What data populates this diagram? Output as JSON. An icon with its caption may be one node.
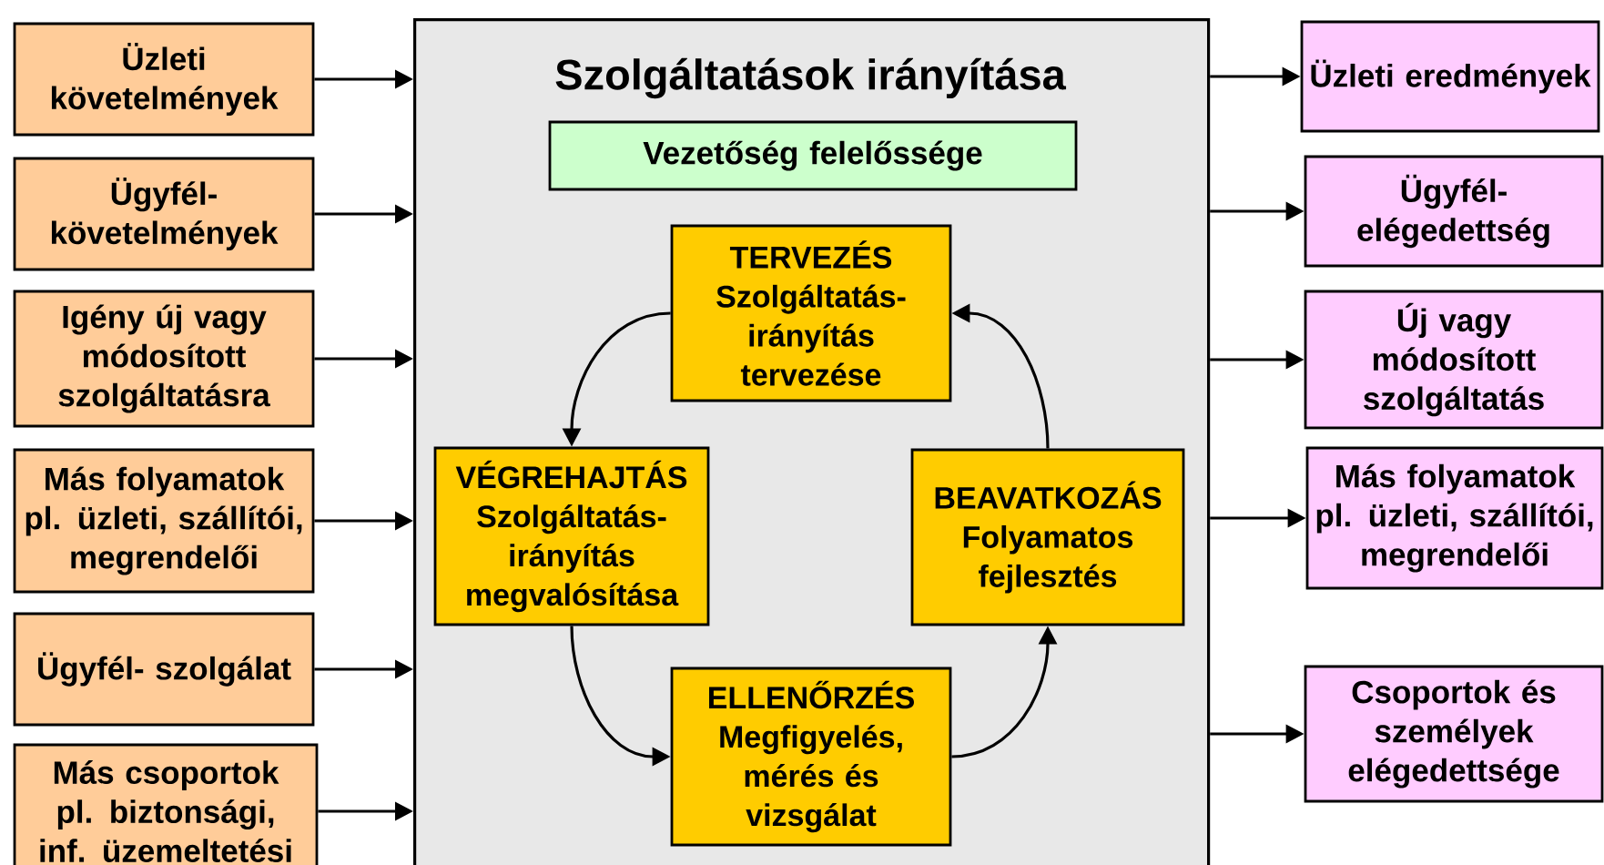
{
  "diagram": {
    "nodes": [
      {
        "text": [
          "Szolgáltatások irányítása"
        ]
      },
      {
        "text": [
          "Vezetőség felelőssége"
        ],
        "in": 0
      },
      {
        "text": [
          "TERVEZÉS",
          "Szolgáltatás- irányítás tervezése"
        ],
        "in": 0
      },
      {
        "text": [
          "VÉGREHAJTÁS",
          "Szolgáltatás- irányítás megvalósítása"
        ],
        "in": 0
      },
      {
        "text": [
          "BEAVATKOZÁS",
          "Folyamatos fejlesztés"
        ],
        "in": 0
      },
      {
        "text": [
          "ELLENŐRZÉS",
          "Megfigyelés, mérés és vizsgálat"
        ],
        "in": 0
      },
      {
        "text": [
          "Üzleti követelmények"
        ]
      },
      {
        "text": [
          "Ügyfél- követelmények"
        ]
      },
      {
        "text": [
          "Igény új vagy módosított szolgáltatásra"
        ]
      },
      {
        "text": [
          "Más folyamatok pl. üzleti, szállítói, megrendelői"
        ]
      },
      {
        "text": [
          "Ügyfél- szolgálat"
        ]
      },
      {
        "text": [
          "Más csoportok pl. biztonsági, inf. üzemeltetési"
        ]
      },
      {
        "text": [
          "Üzleti eredmények"
        ]
      },
      {
        "text": [
          "Ügyfél- elégedettség"
        ]
      },
      {
        "text": [
          "Új vagy módosított szolgáltatás"
        ]
      },
      {
        "text": [
          "Más folyamatok pl. üzleti, szállítói, megrendelői"
        ]
      },
      {
        "text": [
          "Csoportok és személyek elégedettsége"
        ]
      }
    ],
    "edges": [
      {
        "from": 6,
        "to": 0,
        "arrow": "to"
      },
      {
        "from": 7,
        "to": 0,
        "arrow": "to"
      },
      {
        "from": 8,
        "to": 0,
        "arrow": "to"
      },
      {
        "from": 9,
        "to": 0,
        "arrow": "to"
      },
      {
        "from": 10,
        "to": 0,
        "arrow": "to"
      },
      {
        "from": 11,
        "to": 0,
        "arrow": "to"
      },
      {
        "from": 0,
        "to": 12,
        "arrow": "to"
      },
      {
        "from": 0,
        "to": 13,
        "arrow": "to"
      },
      {
        "from": 0,
        "to": 14,
        "arrow": "to"
      },
      {
        "from": 0,
        "to": 15,
        "arrow": "to"
      },
      {
        "from": 0,
        "to": 16,
        "arrow": "to"
      },
      {
        "from": 2,
        "to": 3,
        "arrow": "to"
      },
      {
        "from": 3,
        "to": 5,
        "arrow": "to"
      },
      {
        "from": 5,
        "to": 4,
        "arrow": "to"
      },
      {
        "from": 4,
        "to": 2,
        "arrow": "to"
      }
    ]
  }
}
